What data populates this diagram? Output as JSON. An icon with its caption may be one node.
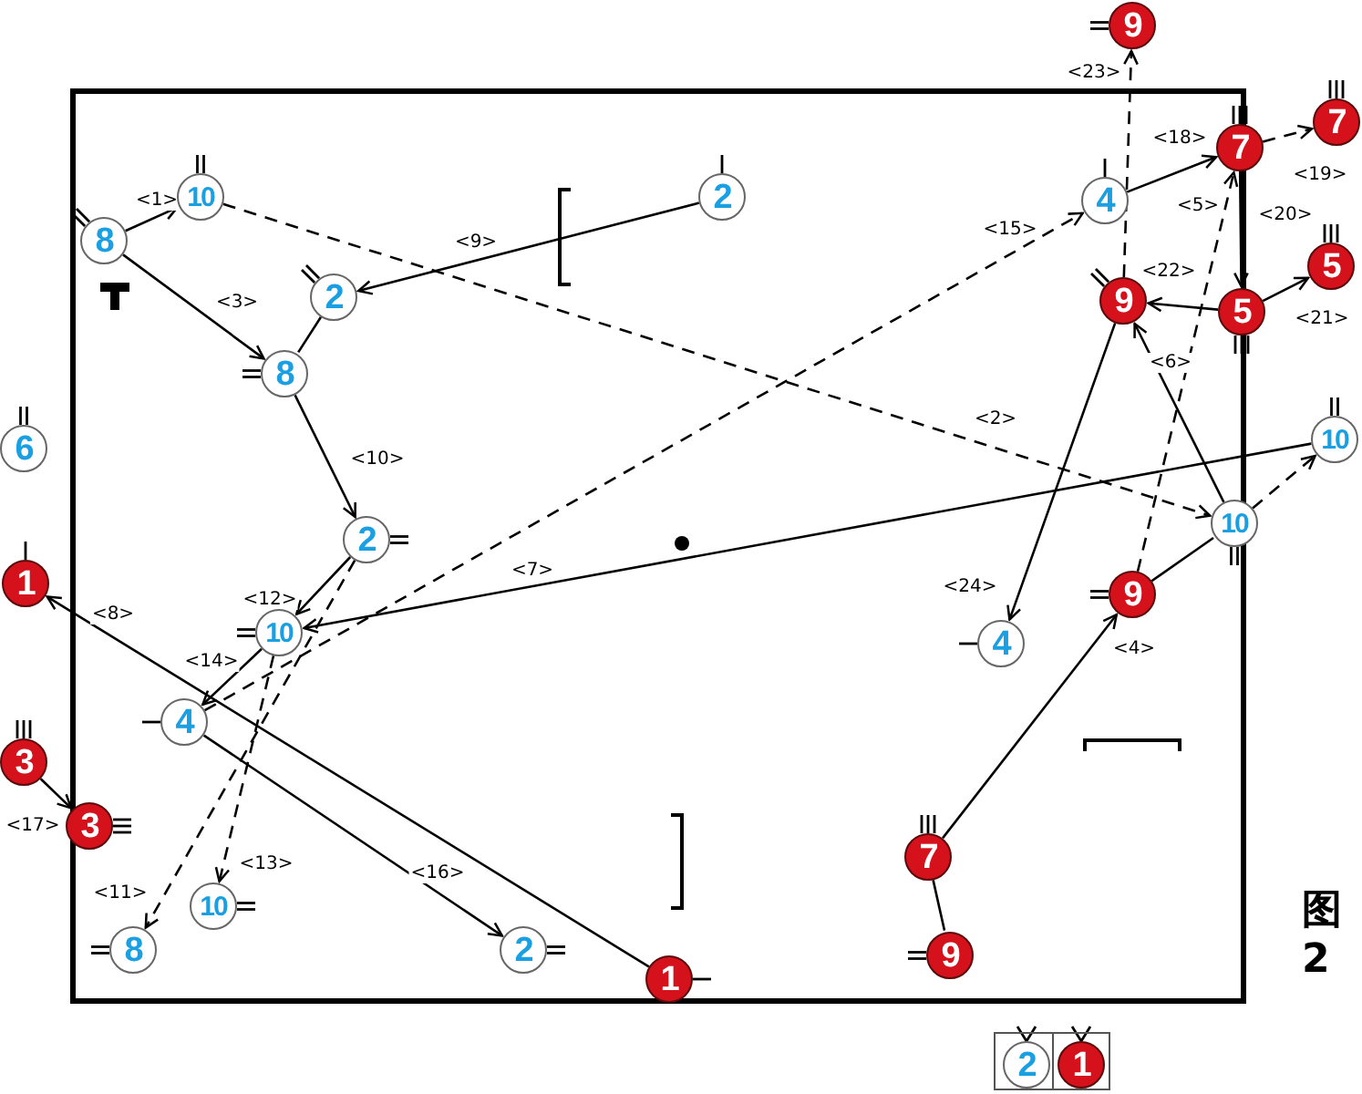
{
  "diagram": {
    "caption": "图2",
    "nodes": [
      {
        "text": [
          "8"
        ]
      },
      {
        "text": [
          "10"
        ]
      },
      {
        "text": [
          "2"
        ]
      },
      {
        "text": [
          "2"
        ]
      },
      {
        "text": [
          "8"
        ]
      },
      {
        "text": [
          "6"
        ]
      },
      {
        "text": [
          "2"
        ]
      },
      {
        "text": [
          "10"
        ]
      },
      {
        "text": [
          "4"
        ]
      },
      {
        "text": [
          "10"
        ]
      },
      {
        "text": [
          "8"
        ]
      },
      {
        "text": [
          "2"
        ]
      },
      {
        "text": [
          "1"
        ]
      },
      {
        "text": [
          "3"
        ]
      },
      {
        "text": [
          "3"
        ]
      },
      {
        "text": [
          "1"
        ]
      },
      {
        "text": [
          "9"
        ]
      },
      {
        "text": [
          "4"
        ]
      },
      {
        "text": [
          "7"
        ]
      },
      {
        "text": [
          "7"
        ]
      },
      {
        "text": [
          "9"
        ]
      },
      {
        "text": [
          "5"
        ]
      },
      {
        "text": [
          "5"
        ]
      },
      {
        "text": [
          "10"
        ]
      },
      {
        "text": [
          "10"
        ]
      },
      {
        "text": [
          "9"
        ]
      },
      {
        "text": [
          "4"
        ]
      },
      {
        "text": [
          "7"
        ]
      },
      {
        "text": [
          "9"
        ]
      },
      {
        "text": [],
        "shape": "box"
      },
      {
        "text": [
          "2"
        ],
        "in": 29
      },
      {
        "text": [
          "1"
        ],
        "in": 29
      }
    ],
    "edges": [
      {
        "from": 0,
        "to": 1,
        "arrow": "to",
        "label": "<1>"
      },
      {
        "from": 1,
        "to": 24,
        "arrow": "to",
        "label": "<2>",
        "style": "dashed"
      },
      {
        "from": 0,
        "to": 4,
        "arrow": "to",
        "label": "<3>"
      },
      {
        "from": 27,
        "to": 25,
        "arrow": "to",
        "label": "<4>"
      },
      {
        "from": 25,
        "to": 18,
        "arrow": "to",
        "label": "<5>",
        "style": "dashed"
      },
      {
        "from": 24,
        "to": 20,
        "arrow": "to",
        "label": "<6>"
      },
      {
        "from": 23,
        "to": 7,
        "arrow": "to",
        "label": "<7>"
      },
      {
        "from": 15,
        "to": 12,
        "arrow": "to",
        "label": "<8>"
      },
      {
        "from": 2,
        "to": 3,
        "arrow": "to",
        "label": "<9>"
      },
      {
        "from": 4,
        "to": 6,
        "arrow": "to",
        "label": "<10>"
      },
      {
        "from": 6,
        "to": 10,
        "arrow": "to",
        "label": "<11>",
        "style": "dashed"
      },
      {
        "from": 6,
        "to": 7,
        "arrow": "to",
        "label": "<12>"
      },
      {
        "from": 7,
        "to": 9,
        "arrow": "to",
        "label": "<13>",
        "style": "dashed"
      },
      {
        "from": 7,
        "to": 8,
        "arrow": "to",
        "label": "<14>"
      },
      {
        "from": 8,
        "to": 17,
        "arrow": "to",
        "label": "<15>",
        "style": "dashed"
      },
      {
        "from": 8,
        "to": 11,
        "arrow": "to",
        "label": "<16>"
      },
      {
        "from": 13,
        "to": 14,
        "arrow": "to",
        "label": "<17>"
      },
      {
        "from": 17,
        "to": 18,
        "arrow": "to",
        "label": "<18>"
      },
      {
        "from": 18,
        "to": 19,
        "arrow": "to",
        "label": "<19>",
        "style": "dashed"
      },
      {
        "from": 18,
        "to": 21,
        "arrow": "to",
        "label": "<20>"
      },
      {
        "from": 21,
        "to": 22,
        "arrow": "to",
        "label": "<21>"
      },
      {
        "from": 21,
        "to": 20,
        "arrow": "to",
        "label": "<22>"
      },
      {
        "from": 20,
        "to": 16,
        "arrow": "to",
        "label": "<23>",
        "style": "dashed"
      },
      {
        "from": 20,
        "to": 26,
        "arrow": "to",
        "label": "<24>"
      },
      {
        "from": 3,
        "to": 4,
        "arrow": "none"
      },
      {
        "from": 25,
        "to": 24,
        "arrow": "none"
      },
      {
        "from": 24,
        "to": 23,
        "arrow": "to",
        "style": "dashed"
      },
      {
        "from": 27,
        "to": 28,
        "arrow": "none"
      }
    ]
  }
}
